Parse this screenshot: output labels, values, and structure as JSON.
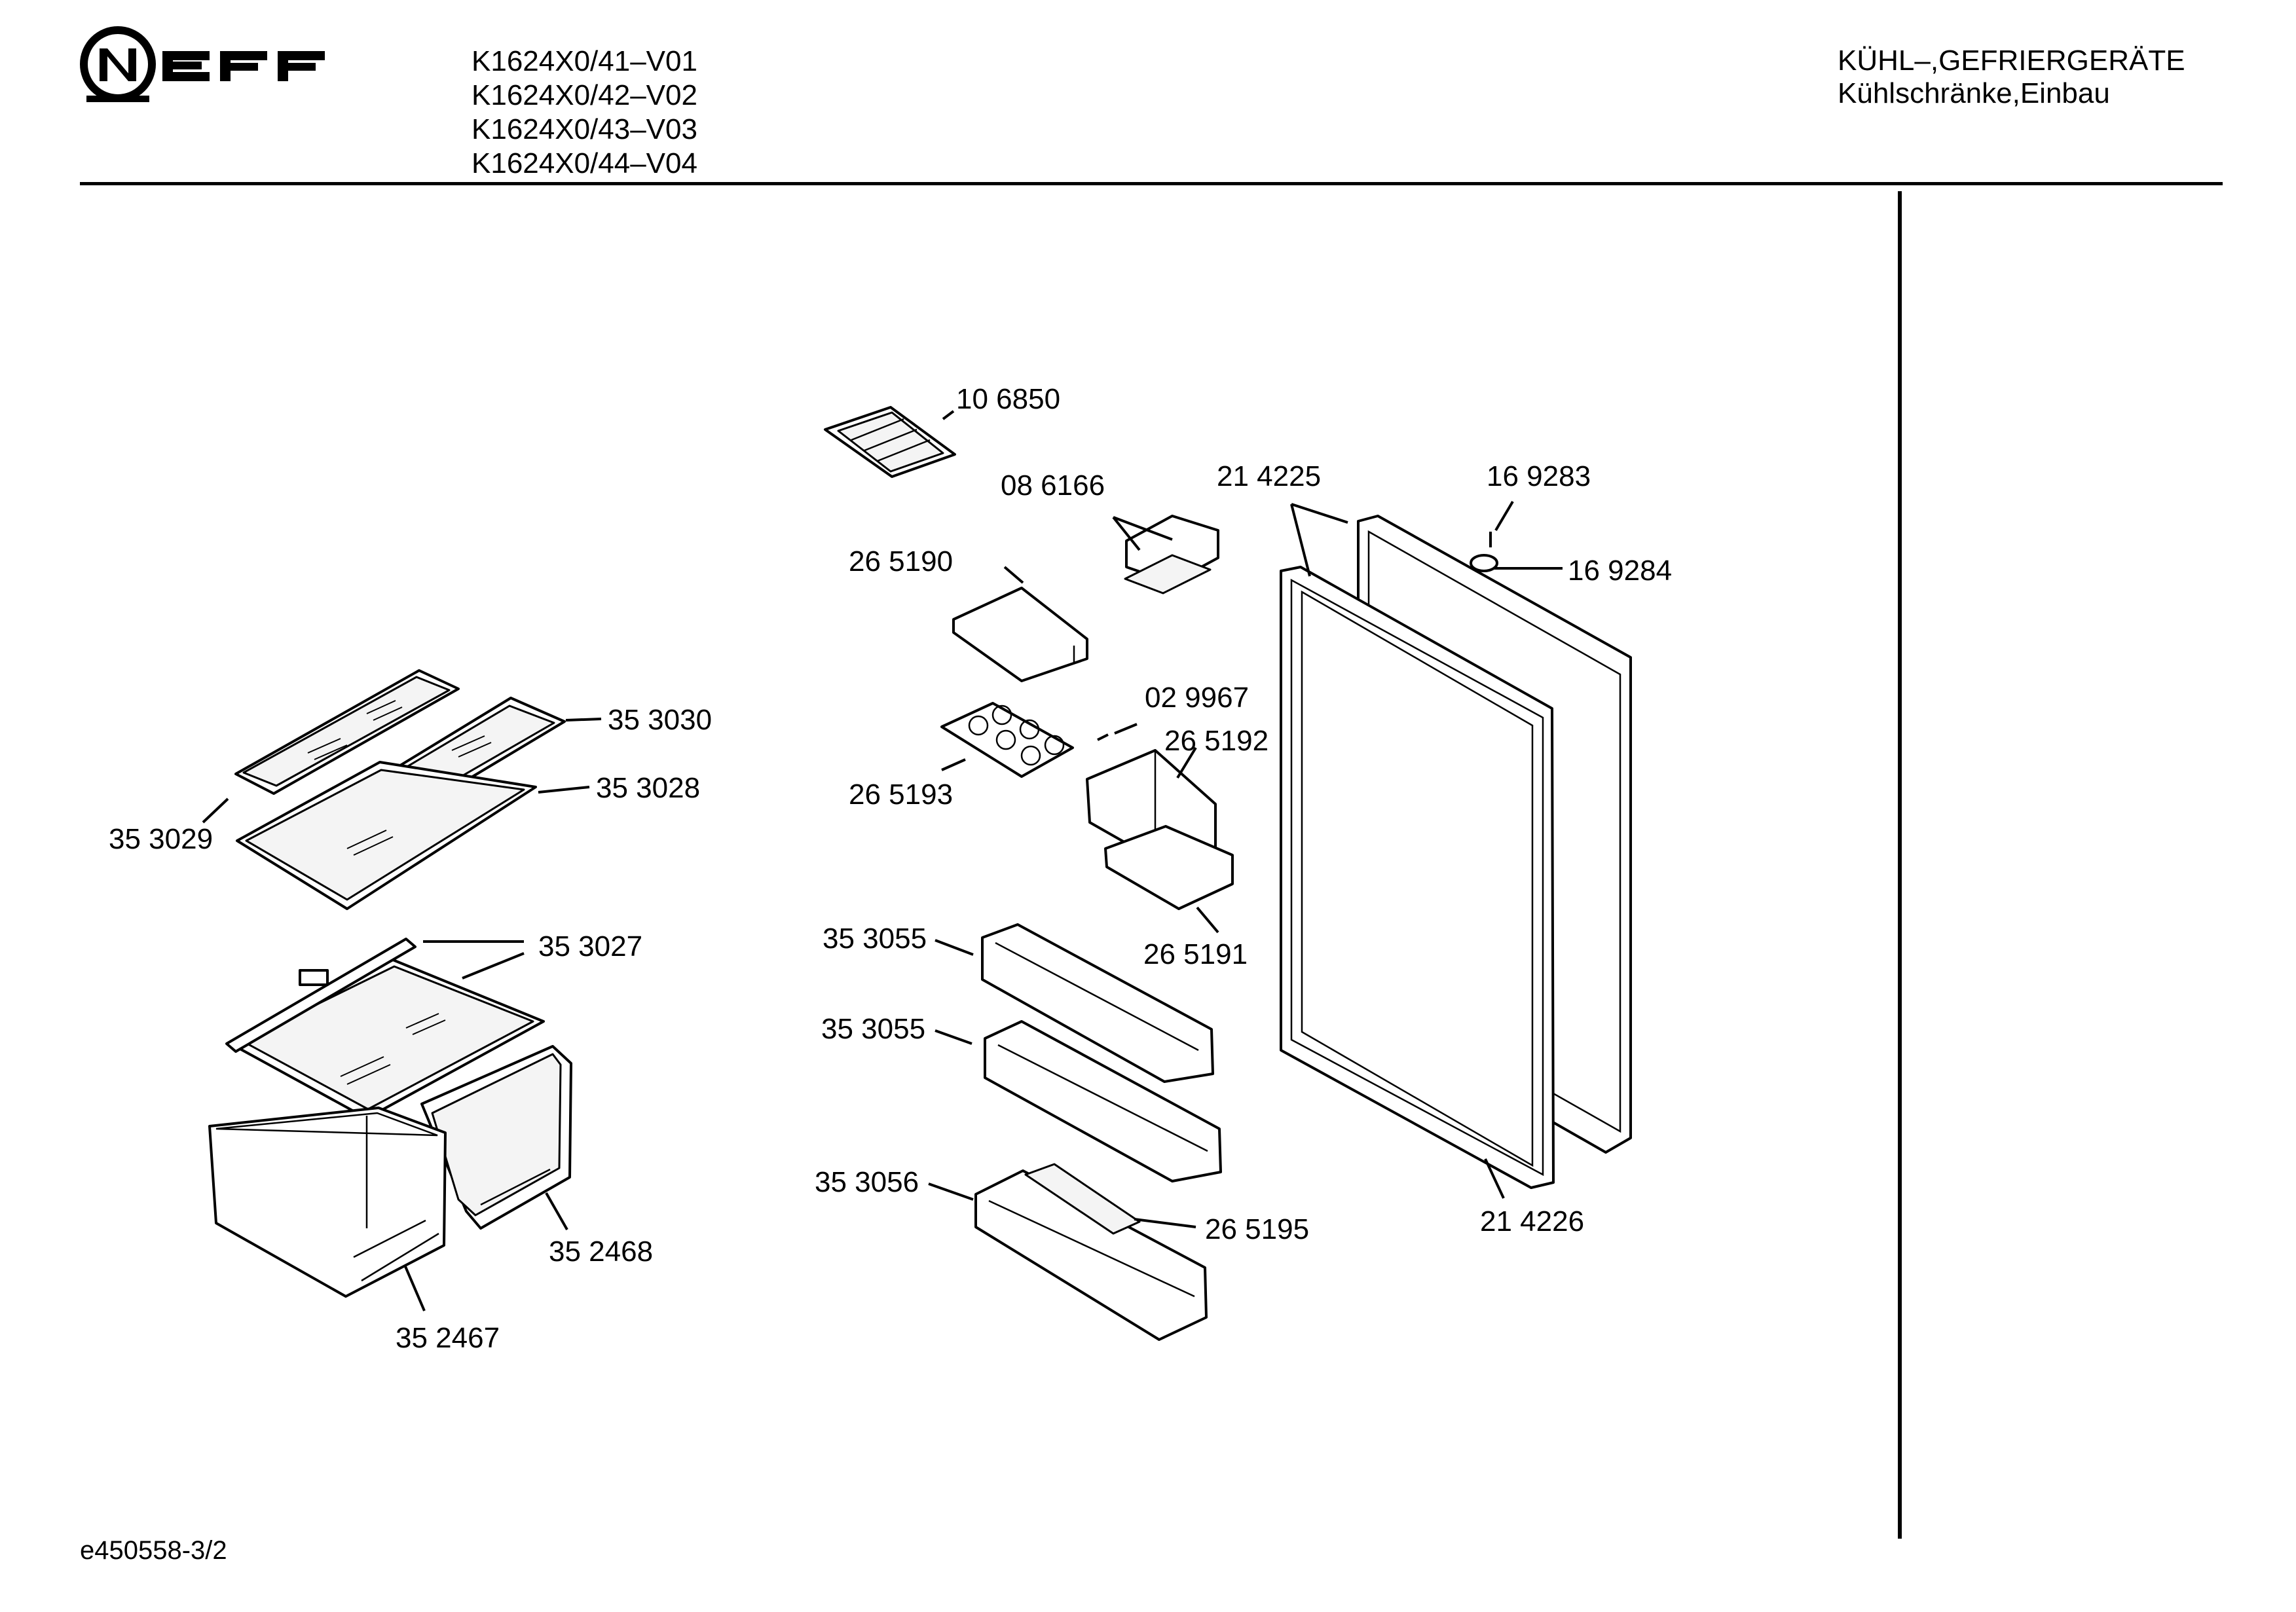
{
  "brand": {
    "logo_text": "NEFF"
  },
  "header": {
    "models": [
      "K1624X0/41–V01",
      "K1624X0/42–V02",
      "K1624X0/43–V03",
      "K1624X0/44–V04"
    ],
    "category": [
      "KÜHL–,GEFRIERGERÄTE",
      "Kühlschränke,Einbau"
    ]
  },
  "parts": [
    "10 6850",
    "08 6166",
    "21 4225",
    "16 9283",
    "26 5190",
    "16 9284",
    "35 3030",
    "02 9967",
    "26 5192",
    "35 3028",
    "26 5193",
    "35 3029",
    "35 3027",
    "35 3055",
    "26 5191",
    "35 3055",
    "35 3056",
    "26 5195",
    "35 2468",
    "21 4226",
    "35 2467"
  ],
  "footer": {
    "doc_id": "e450558-3/2"
  }
}
